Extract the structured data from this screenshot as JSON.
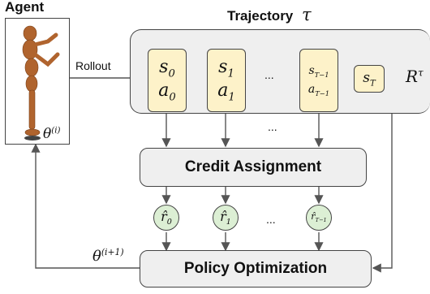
{
  "agent": {
    "title": "Agent",
    "theta": "θ",
    "theta_sup": "(i)"
  },
  "rollout_label": "Rollout",
  "trajectory": {
    "title": "Trajectory",
    "symbol": "τ"
  },
  "states": [
    {
      "s": "s",
      "s_sub": "0",
      "a": "a",
      "a_sub": "0"
    },
    {
      "s": "s",
      "s_sub": "1",
      "a": "a",
      "a_sub": "1"
    },
    {
      "s": "s",
      "s_sub": "T−1",
      "a": "a",
      "a_sub": "T−1"
    }
  ],
  "final_state": {
    "s": "s",
    "s_sub": "T"
  },
  "return": {
    "r": "R",
    "sup": "τ"
  },
  "ellipsis": "...",
  "credit_assignment": "Credit Assignment",
  "rewards": [
    {
      "r": "r̂",
      "sub": "0"
    },
    {
      "r": "r̂",
      "sub": "1"
    },
    {
      "r": "r̂",
      "sub": "T−1"
    }
  ],
  "policy_optimization": "Policy Optimization",
  "theta_next": {
    "theta": "θ",
    "sup": "(i+1)"
  },
  "colors": {
    "state_fill": "#fdf2c9",
    "reward_fill": "#dcefd4",
    "panel_fill": "#efefef",
    "agent_body": "#b0642e"
  }
}
